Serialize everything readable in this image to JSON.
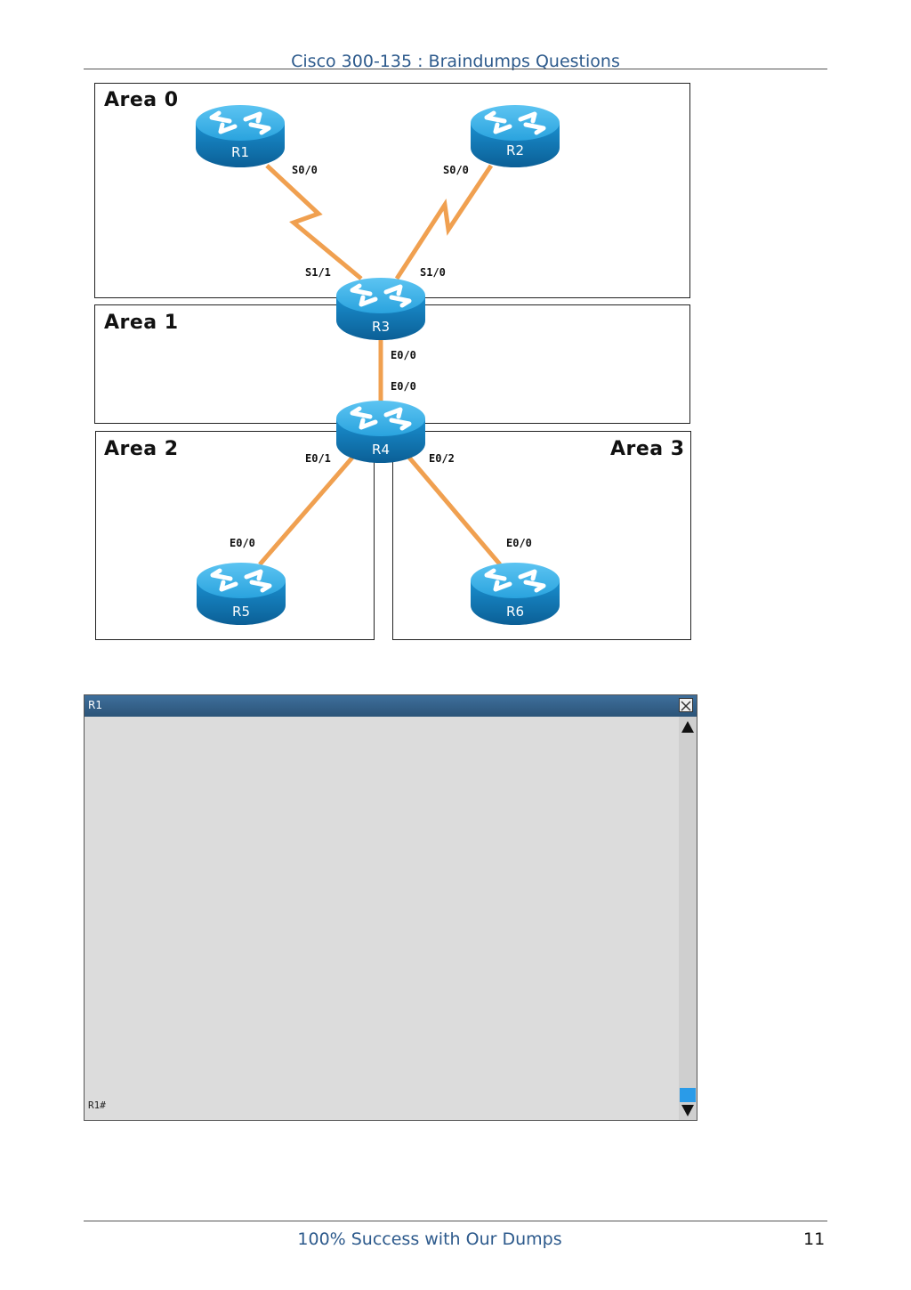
{
  "header": {
    "title": "Cisco 300-135 : Braindumps Questions"
  },
  "diagram": {
    "areas": [
      "Area 0",
      "Area 1",
      "Area 2",
      "Area 3"
    ],
    "routers": [
      "R1",
      "R2",
      "R3",
      "R4",
      "R5",
      "R6"
    ],
    "interfaces": {
      "r1_s00": "S0/0",
      "r2_s00": "S0/0",
      "r3_s11": "S1/1",
      "r3_s10": "S1/0",
      "r3_e00": "E0/0",
      "r4_e00": "E0/0",
      "r4_e01": "E0/1",
      "r4_e02": "E0/2",
      "r5_e00": "E0/0",
      "r6_e00": "E0/0"
    },
    "colors": {
      "link": "#f0a050",
      "router": "#1a8fcf"
    }
  },
  "terminal": {
    "title": "R1",
    "prompt": "R1#"
  },
  "footer": {
    "text": "100% Success with Our Dumps",
    "page_number": "11"
  }
}
